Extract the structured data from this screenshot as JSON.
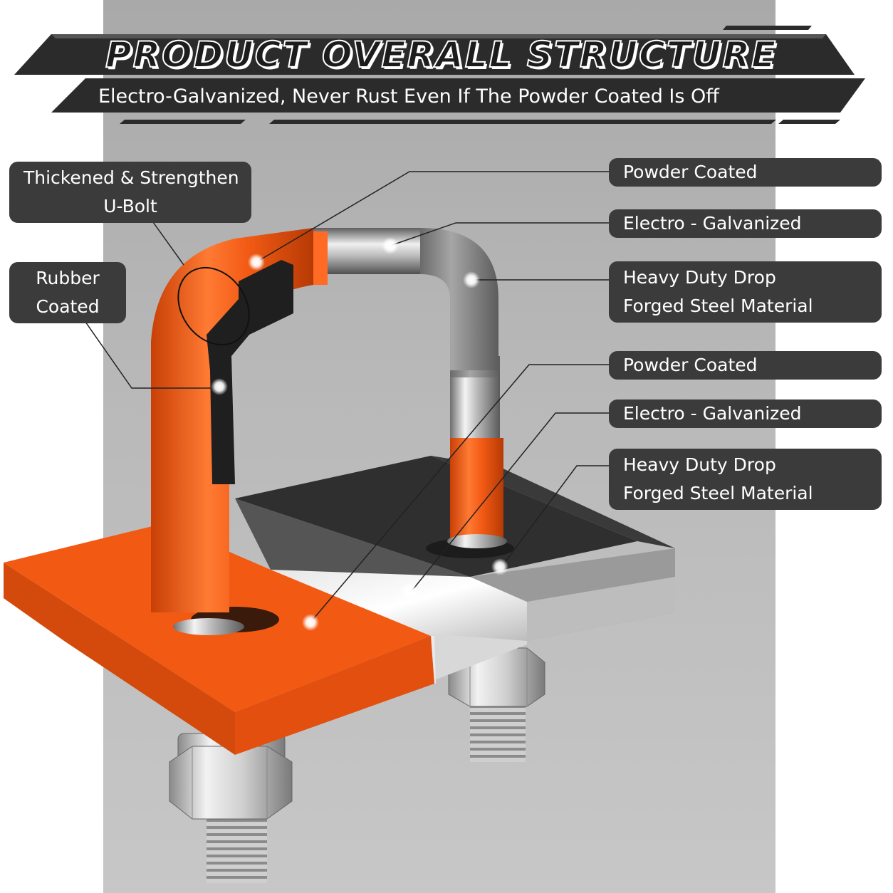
{
  "header": {
    "title": "PRODUCT OVERALL STRUCTURE",
    "subtitle": "Electro-Galvanized, Never Rust Even If The Powder Coated Is Off"
  },
  "callouts": {
    "ubolt_line1": "Thickened & Strengthen",
    "ubolt_line2": "U-Bolt",
    "rubber_line1": "Rubber",
    "rubber_line2": "Coated",
    "bolt_powder": "Powder Coated",
    "bolt_galvanized": "Electro - Galvanized",
    "bolt_steel_line1": "Heavy Duty Drop",
    "bolt_steel_line2": "Forged Steel Material",
    "plate_powder": "Powder Coated",
    "plate_galvanized": "Electro - Galvanized",
    "plate_steel_line1": "Heavy Duty Drop",
    "plate_steel_line2": "Forged Steel Material"
  },
  "colors": {
    "powder_orange": "#f25a14",
    "label_bg": "#3b3b3b",
    "steel_gray": "#8e8e8e",
    "black_steel": "#2e2e2e"
  }
}
